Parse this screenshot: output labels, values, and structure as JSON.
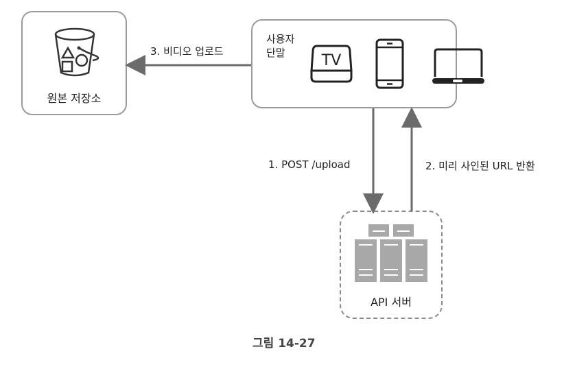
{
  "nodes": {
    "storage": {
      "label": "원본 저장소",
      "icon": "bucket-icon"
    },
    "client": {
      "label_line1": "사용자",
      "label_line2": "단말",
      "devices": [
        {
          "name": "tv-icon",
          "text": "TV"
        },
        {
          "name": "tablet-icon",
          "text": ""
        },
        {
          "name": "laptop-icon",
          "text": ""
        }
      ]
    },
    "api": {
      "label": "API 서버",
      "icon": "server-icon"
    }
  },
  "edges": [
    {
      "id": "upload-video",
      "label": "3. 비디오 업로드",
      "from": "client",
      "to": "storage"
    },
    {
      "id": "post-upload",
      "label": "1. POST /upload",
      "from": "client",
      "to": "api"
    },
    {
      "id": "return-url",
      "label": "2. 미리 사인된 URL 반환",
      "from": "api",
      "to": "client"
    }
  ],
  "caption": "그림 14-27",
  "colors": {
    "border": "#9a9a9a",
    "arrow": "#6b6b6b",
    "icon": "#222222",
    "server": "#a8a8a8"
  }
}
